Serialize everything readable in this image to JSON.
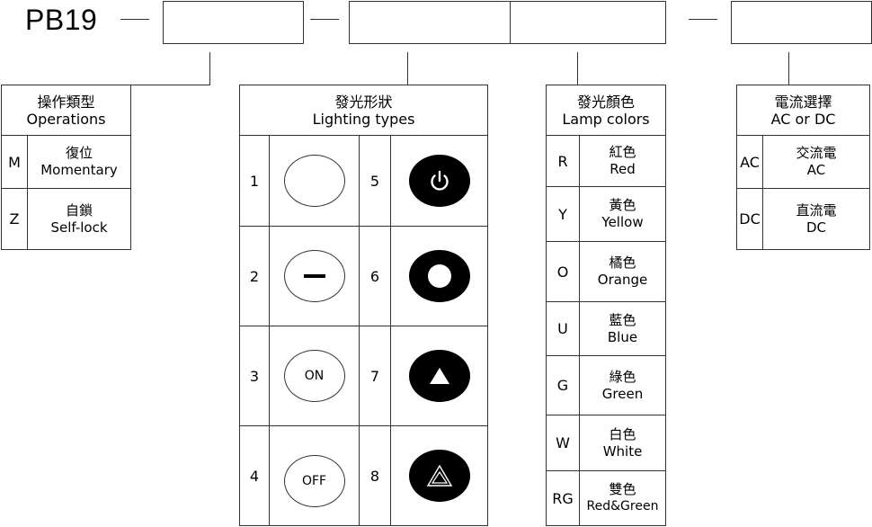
{
  "model_prefix": "PB19",
  "operations": {
    "header_zh": "操作類型",
    "header_en": "Operations",
    "rows": [
      {
        "code": "M",
        "zh": "復位",
        "en": "Momentary"
      },
      {
        "code": "Z",
        "zh": "自鎖",
        "en": "Self-lock"
      }
    ]
  },
  "lighting": {
    "header_zh": "發光形狀",
    "header_en": "Lighting types",
    "left": [
      {
        "num": "1",
        "label": "",
        "icon": "blank-circle-icon"
      },
      {
        "num": "2",
        "label": "",
        "icon": "dash-circle-icon"
      },
      {
        "num": "3",
        "label": "ON",
        "icon": "on-circle-icon"
      },
      {
        "num": "4",
        "label": "OFF",
        "icon": "off-circle-icon"
      }
    ],
    "right": [
      {
        "num": "5",
        "icon": "power-symbol-icon"
      },
      {
        "num": "6",
        "icon": "ring-icon"
      },
      {
        "num": "7",
        "icon": "triangle-icon"
      },
      {
        "num": "8",
        "icon": "hazard-triangle-icon"
      }
    ]
  },
  "colors": {
    "header_zh": "發光顏色",
    "header_en": "Lamp colors",
    "rows": [
      {
        "code": "R",
        "zh": "紅色",
        "en": "Red"
      },
      {
        "code": "Y",
        "zh": "黃色",
        "en": "Yellow"
      },
      {
        "code": "O",
        "zh": "橘色",
        "en": "Orange"
      },
      {
        "code": "U",
        "zh": "藍色",
        "en": "Blue"
      },
      {
        "code": "G",
        "zh": "綠色",
        "en": "Green"
      },
      {
        "code": "W",
        "zh": "白色",
        "en": "White"
      },
      {
        "code": "RG",
        "zh": "雙色",
        "en": "Red&Green"
      }
    ]
  },
  "current": {
    "header_zh": "電流選擇",
    "header_en": "AC or DC",
    "rows": [
      {
        "code": "AC",
        "zh": "交流電",
        "en": "AC"
      },
      {
        "code": "DC",
        "zh": "直流電",
        "en": "DC"
      }
    ]
  }
}
